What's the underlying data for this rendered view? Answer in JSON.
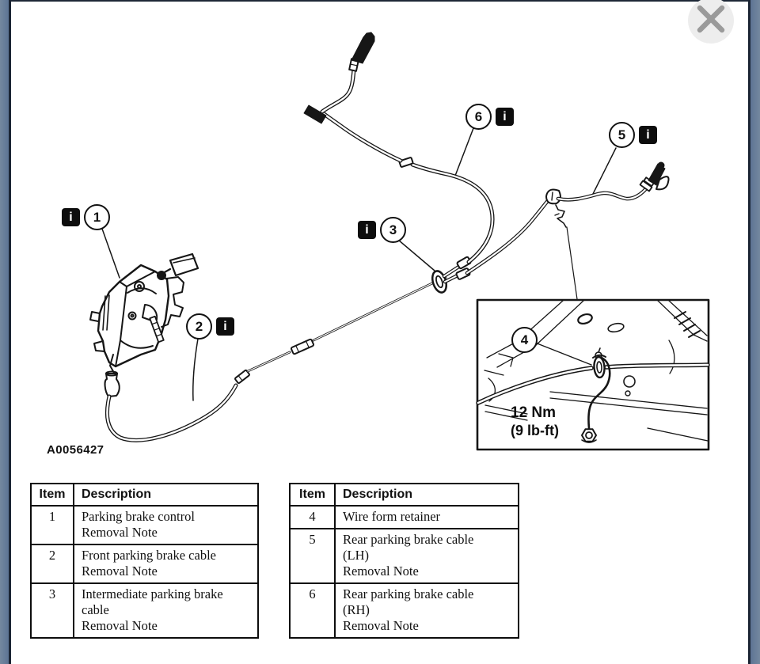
{
  "window": {
    "close_icon": "x-mark"
  },
  "icons": {
    "info_glyph": "i"
  },
  "figure": {
    "id_label": "A0056427",
    "torque": {
      "line1": "12 Nm",
      "line2": "(9 lb-ft)"
    },
    "callouts": [
      {
        "number": "1",
        "has_info": true
      },
      {
        "number": "2",
        "has_info": true
      },
      {
        "number": "3",
        "has_info": true
      },
      {
        "number": "4",
        "has_info": false
      },
      {
        "number": "5",
        "has_info": true
      },
      {
        "number": "6",
        "has_info": true
      }
    ]
  },
  "tables": {
    "headers": [
      "Item",
      "Description"
    ],
    "left": {
      "rows": [
        {
          "item": "1",
          "desc": "Parking brake control\nRemoval Note"
        },
        {
          "item": "2",
          "desc": "Front parking brake cable\nRemoval Note"
        },
        {
          "item": "3",
          "desc": "Intermediate parking brake\ncable\nRemoval Note"
        }
      ]
    },
    "right": {
      "rows": [
        {
          "item": "4",
          "desc": "Wire form retainer"
        },
        {
          "item": "5",
          "desc": "Rear parking brake cable\n(LH)\nRemoval Note"
        },
        {
          "item": "6",
          "desc": "Rear parking brake cable\n(RH)\nRemoval Note"
        }
      ]
    }
  },
  "colors": {
    "line_ink": "#161616",
    "sidebar_blue": "#64799a",
    "sidebar_dark": "#1b2534",
    "close_bg": "#ededed",
    "close_x": "#9a9a9a"
  }
}
